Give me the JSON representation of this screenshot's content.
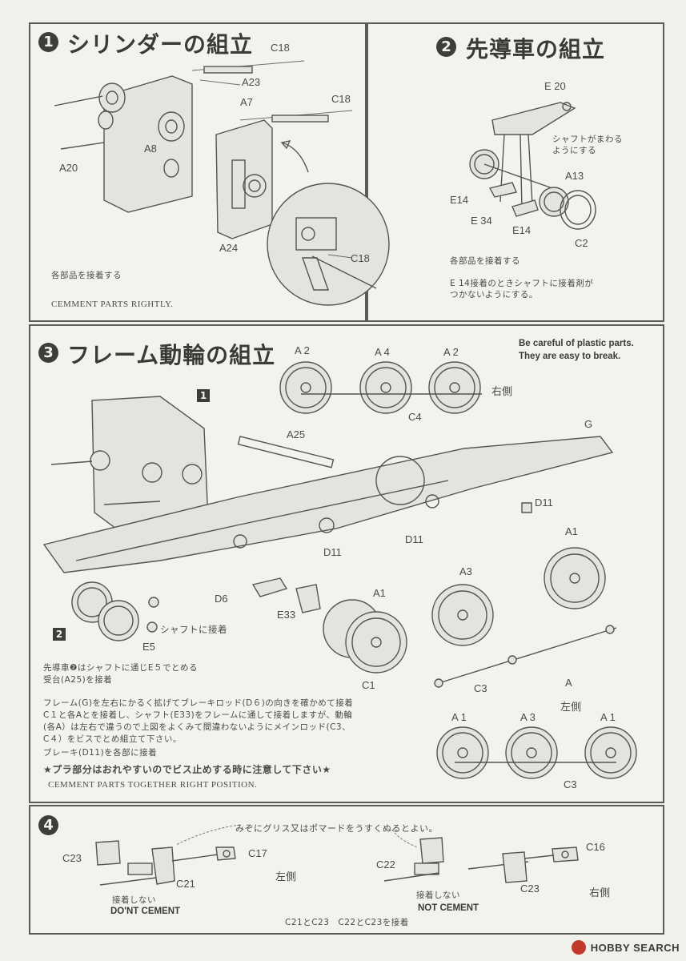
{
  "section1": {
    "num": "1",
    "title": "シリンダーの組立",
    "labels": [
      "C18",
      "A23",
      "A7",
      "C18",
      "A8",
      "A20",
      "A24",
      "C18"
    ],
    "note_jp": "各部品を接着する",
    "note_en": "CEMMENT PARTS RIGHTLY."
  },
  "section2": {
    "num": "2",
    "title": "先導車の組立",
    "labels": [
      "E 20",
      "A13",
      "E14",
      "E 34",
      "E14",
      "C2"
    ],
    "shaft_note_1": "シャフトがまわる",
    "shaft_note_2": "ようにする",
    "note_1": "各部品を接着する",
    "note_2": "E 14接着のときシャフトに接着剤が",
    "note_3": "つかないようにする。"
  },
  "section3": {
    "num": "3",
    "title": "フレーム動輪の組立",
    "caution_1": "Be careful of plastic parts.",
    "caution_2": "They are easy to break.",
    "top_wheels": [
      "A 2",
      "A 4",
      "A 2"
    ],
    "top_rod": "C4",
    "right_side": "右側",
    "labels": [
      "A25",
      "G",
      "D11",
      "D11",
      "D11",
      "A1",
      "A3",
      "A1",
      "D6",
      "E33",
      "C1",
      "C3",
      "A"
    ],
    "box1": "1",
    "box2": "2",
    "e5_note": "シャフトに接着",
    "e5_label": "E5",
    "left_side": "左側",
    "bottom_wheels": [
      "A 1",
      "A 3",
      "A 1"
    ],
    "bottom_rod": "C3",
    "note_1": "先導車❷はシャフトに通じE５でとめる",
    "note_2": "受台(A25)を接着",
    "para_1": "フレーム(G)を左右にかるく拡げてブレーキロッド(D６)の向きを確かめて接着",
    "para_2": "C１と各Aとを接着し、シャフト(E33)をフレームに通して接着しますが、動輪",
    "para_3": "(各A）は左右で違うので上図をよくみて間違わないようにメインロッド(C3、",
    "para_4": "C４）をビスでとめ組立て下さい。",
    "para_5": "ブレーキ(D11)を各部に接着",
    "warning": "★プラ部分はおれやすいのでビス止めする時に注意して下さい★",
    "note_en": "CEMMENT PARTS TOGETHER RIGHT POSITION."
  },
  "section4": {
    "num": "4",
    "grease_note": "みぞにグリス又はポマードをうすくぬるとよい。",
    "left": {
      "c23": "C23",
      "c17": "C17",
      "c21": "C21",
      "side": "左側",
      "jp": "接着しない",
      "en": "DO'NT CEMENT"
    },
    "right": {
      "c22": "C22",
      "c16": "C16",
      "c23": "C23",
      "side": "右側",
      "jp": "接着しない",
      "en": "NOT CEMENT"
    },
    "bottom_note": "C21とC23　C22とC23を接着"
  },
  "watermark": "HOBBY SEARCH"
}
